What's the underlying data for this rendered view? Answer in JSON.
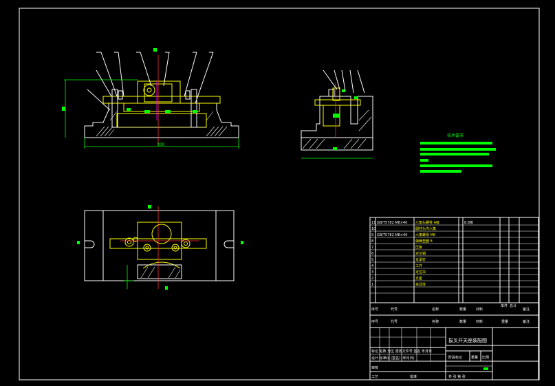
{
  "drawing": {
    "title": "拔叉开关座装配图",
    "dimension_width": "300"
  },
  "title_block": {
    "header_cells": [
      "序号",
      "代号",
      "名称",
      "数量",
      "材料",
      "单件",
      "总计",
      "备注"
    ],
    "header_cells_2": [
      "序号",
      "代号",
      "名称",
      "数量",
      "材料",
      "重量",
      "备注"
    ],
    "weight_label": "重量",
    "stage_label": "阶段标记",
    "weight_label_2": "重量",
    "scale_label": "比例",
    "sign_rows": [
      "标记 处数 分区 更改文件号 签名 年月日",
      "设计 标准化 (签名) (年月日)"
    ],
    "review_labels": [
      "审核",
      "工艺"
    ],
    "approve_label": "批准",
    "sheet_label": "共 张 第 张"
  },
  "parts": [
    {
      "no": "11",
      "code": "GB/T5782 M8×40",
      "name": "六角头螺栓 A级",
      "qty": "",
      "material": "8.8级",
      "note": ""
    },
    {
      "no": "10",
      "code": "",
      "name": "圆柱头内六角",
      "qty": "",
      "material": "",
      "note": ""
    },
    {
      "no": "9",
      "code": "GB/T5782 M8×40",
      "name": "六角螺母 M8",
      "qty": "",
      "material": "",
      "note": ""
    },
    {
      "no": "8",
      "code": "",
      "name": "弹簧垫圈 8",
      "qty": "",
      "material": "",
      "note": ""
    },
    {
      "no": "7",
      "code": "",
      "name": "压板",
      "qty": "",
      "material": "",
      "note": ""
    },
    {
      "no": "6",
      "code": "",
      "name": "定位销",
      "qty": "",
      "material": "",
      "note": ""
    },
    {
      "no": "5",
      "code": "",
      "name": "支承钉",
      "qty": "",
      "material": "",
      "note": ""
    },
    {
      "no": "4",
      "code": "",
      "name": "工件",
      "qty": "",
      "material": "",
      "note": ""
    },
    {
      "no": "3",
      "code": "",
      "name": "定位块",
      "qty": "",
      "material": "",
      "note": ""
    },
    {
      "no": "2",
      "code": "",
      "name": "支座",
      "qty": "",
      "material": "",
      "note": ""
    },
    {
      "no": "1",
      "code": "",
      "name": "夹具体",
      "qty": "",
      "material": "",
      "note": ""
    }
  ],
  "tech_req_title": "技术要求",
  "colors": {
    "background": "#000000",
    "frame": "#ffffff",
    "part": "#ffff00",
    "dim": "#00ff00",
    "center": "#ff3030"
  }
}
